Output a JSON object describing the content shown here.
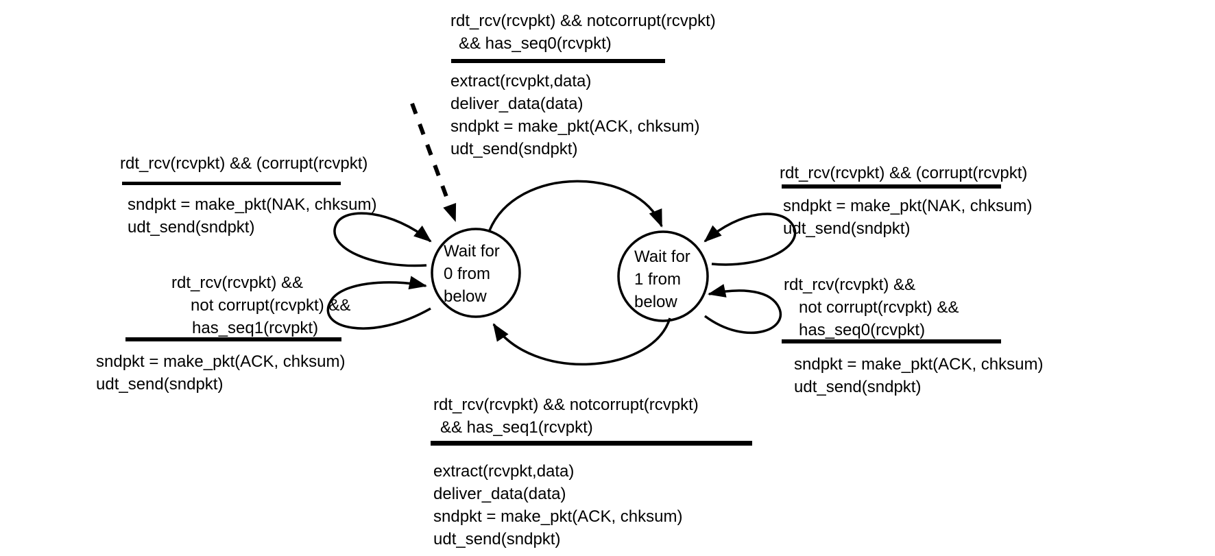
{
  "colors": {
    "ink": "#000000",
    "background": "#ffffff"
  },
  "fsm": {
    "states": [
      {
        "id": "wait0",
        "label_lines": [
          "Wait for",
          "0 from",
          "below"
        ]
      },
      {
        "id": "wait1",
        "label_lines": [
          "Wait for",
          "1 from",
          "below"
        ]
      }
    ],
    "transitions": {
      "wait0_to_wait1": {
        "condition": [
          "rdt_rcv(rcvpkt) && notcorrupt(rcvpkt)",
          "&& has_seq0(rcvpkt)"
        ],
        "actions": [
          "extract(rcvpkt,data)",
          "deliver_data(data)",
          "sndpkt = make_pkt(ACK, chksum)",
          "udt_send(sndpkt)"
        ]
      },
      "wait0_self_corrupt": {
        "condition": [
          "rdt_rcv(rcvpkt) && (corrupt(rcvpkt)"
        ],
        "actions": [
          "sndpkt = make_pkt(NAK, chksum)",
          "udt_send(sndpkt)"
        ]
      },
      "wait0_self_seq1": {
        "condition": [
          "rdt_rcv(rcvpkt) &&",
          "not corrupt(rcvpkt) &&",
          "has_seq1(rcvpkt)"
        ],
        "actions": [
          "sndpkt = make_pkt(ACK, chksum)",
          "udt_send(sndpkt)"
        ]
      },
      "wait1_self_corrupt": {
        "condition": [
          "rdt_rcv(rcvpkt) && (corrupt(rcvpkt)"
        ],
        "actions": [
          "sndpkt = make_pkt(NAK, chksum)",
          "udt_send(sndpkt)"
        ]
      },
      "wait1_self_seq0": {
        "condition": [
          "rdt_rcv(rcvpkt) &&",
          "not corrupt(rcvpkt) &&",
          "has_seq0(rcvpkt)"
        ],
        "actions": [
          "sndpkt = make_pkt(ACK, chksum)",
          "udt_send(sndpkt)"
        ]
      },
      "wait1_to_wait0": {
        "condition": [
          "rdt_rcv(rcvpkt) && notcorrupt(rcvpkt)",
          "&& has_seq1(rcvpkt)"
        ],
        "actions": [
          "extract(rcvpkt,data)",
          "deliver_data(data)",
          "sndpkt = make_pkt(ACK, chksum)",
          "udt_send(sndpkt)"
        ]
      }
    }
  }
}
